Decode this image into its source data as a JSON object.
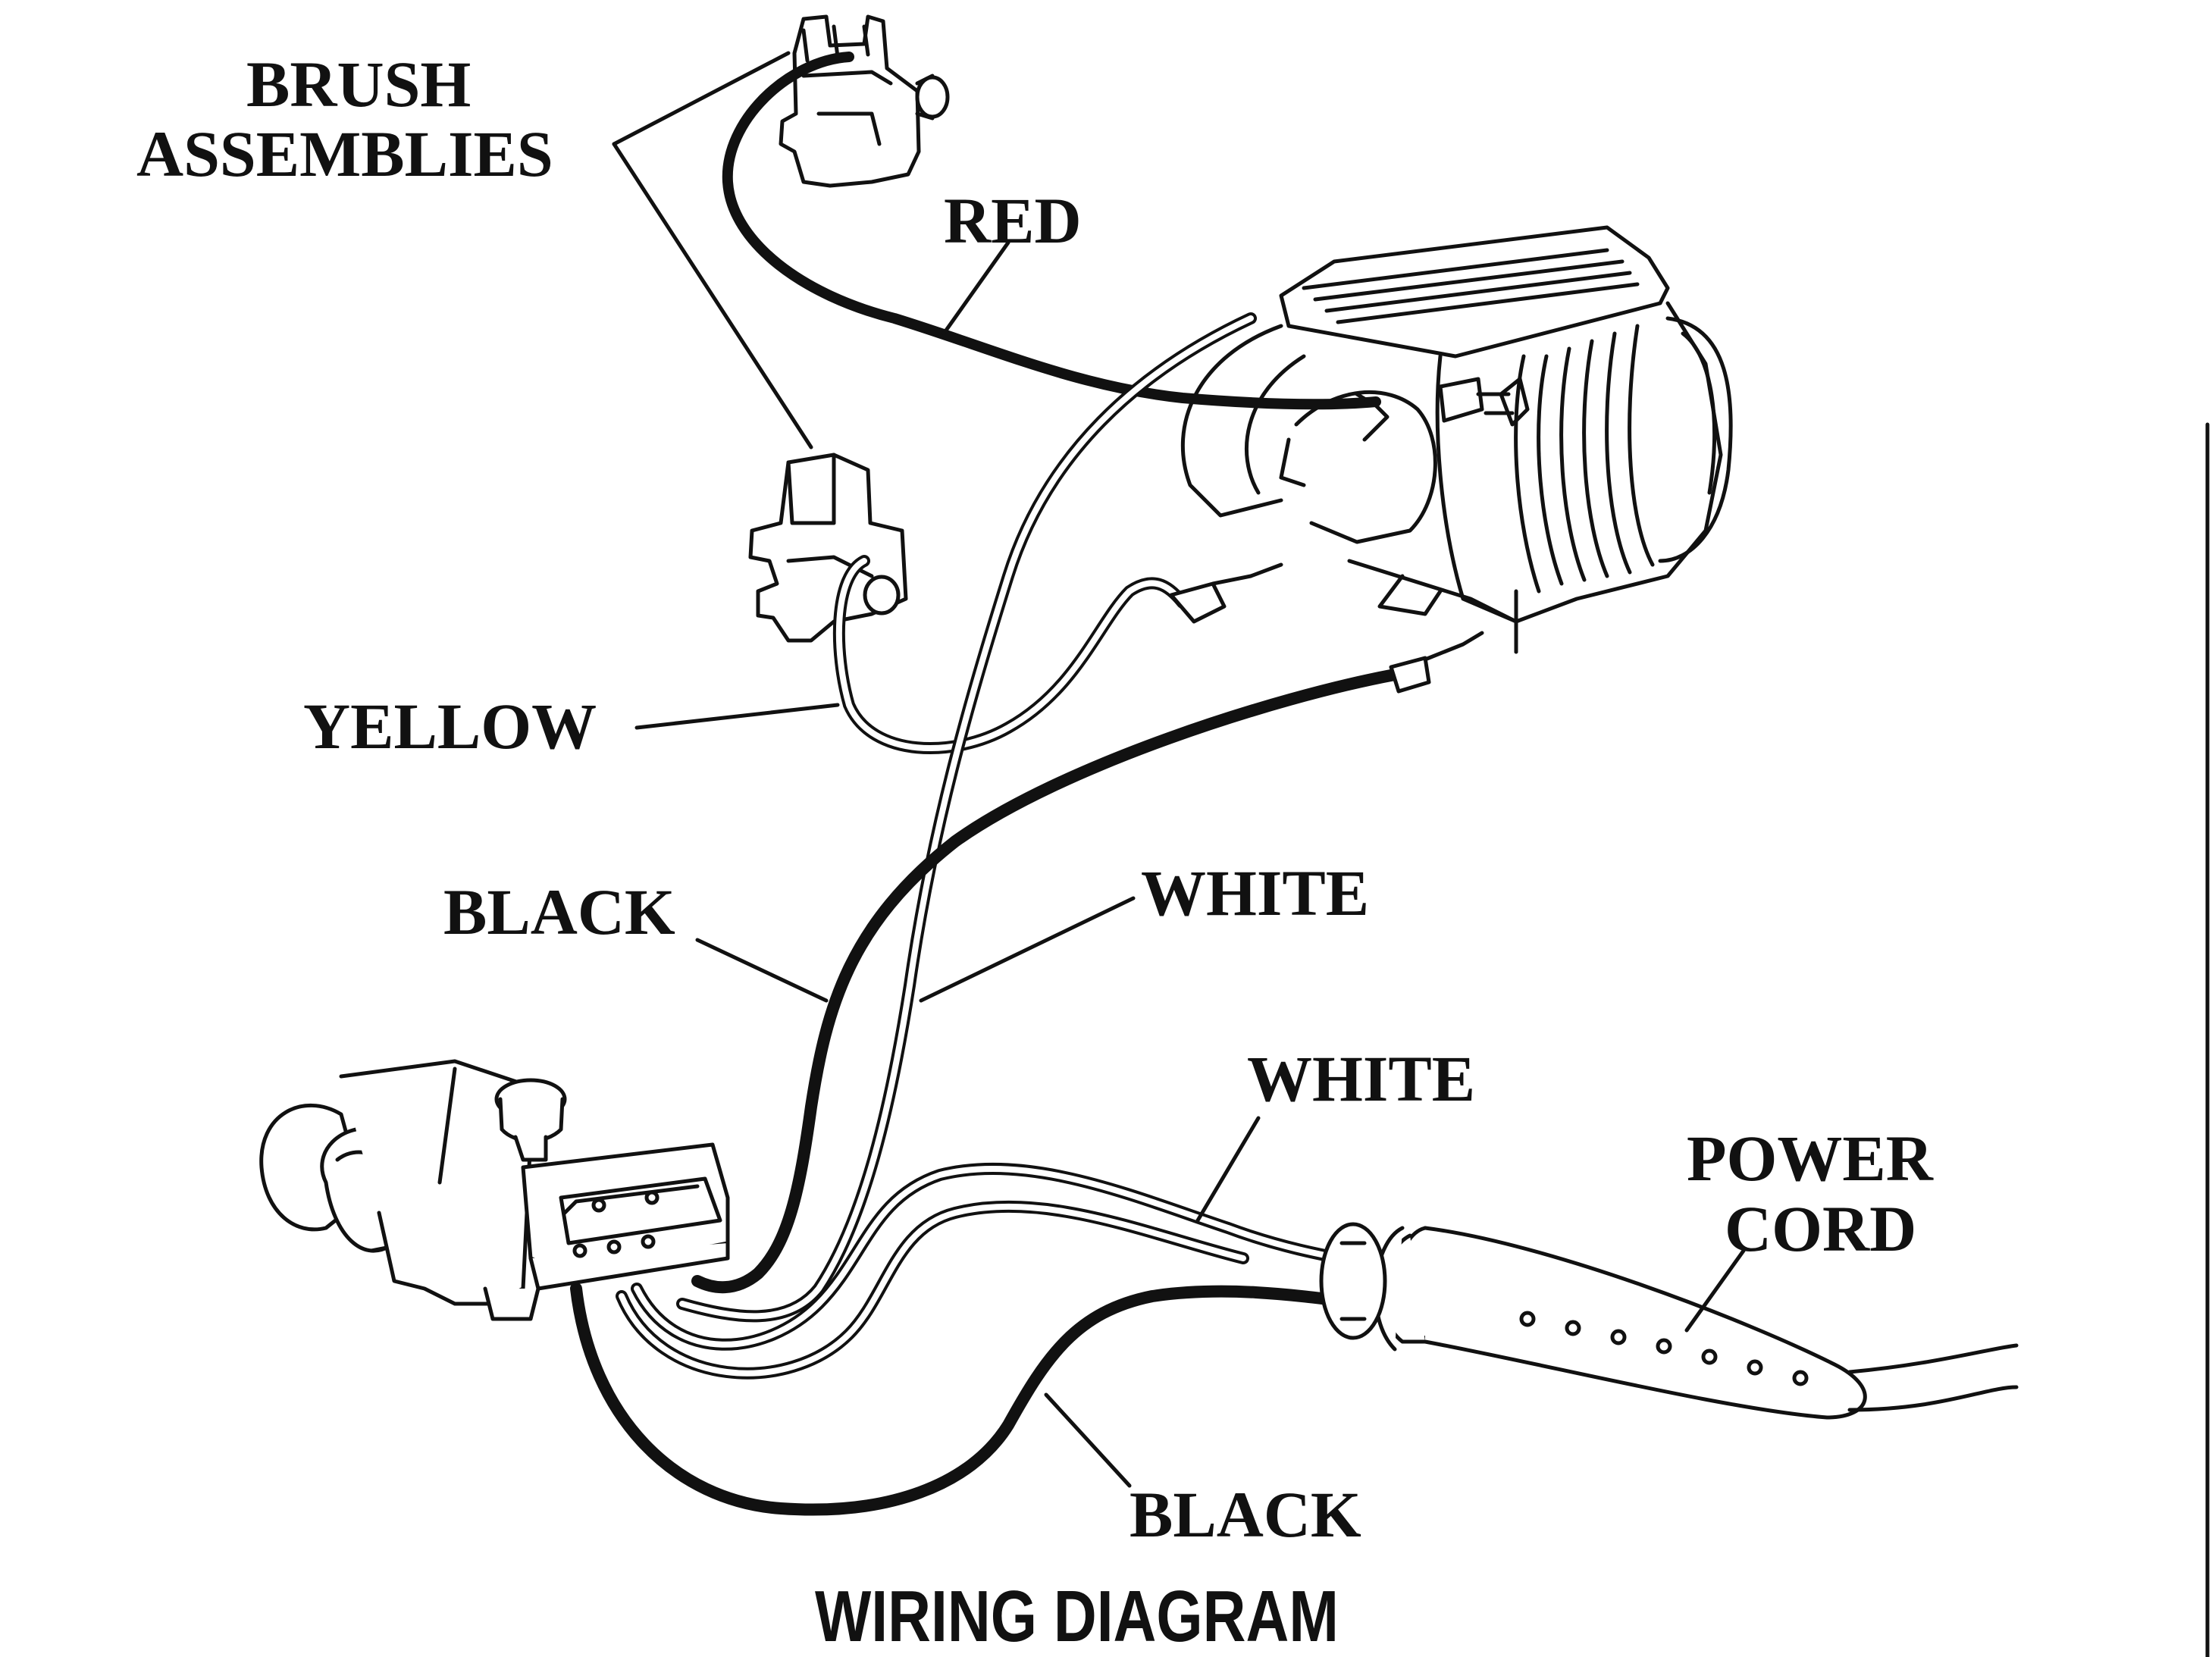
{
  "labels": {
    "brush_line1": "BRUSH",
    "brush_line2": "ASSEMBLIES",
    "red": "RED",
    "yellow": "YELLOW",
    "black_upper": "BLACK",
    "white_upper": "WHITE",
    "white_lower": "WHITE",
    "power_line1": "POWER",
    "power_line2": "CORD",
    "black_lower": "BLACK"
  },
  "title": "WIRING DIAGRAM",
  "colors": {
    "ink": "#111111",
    "paper": "#ffffff"
  }
}
